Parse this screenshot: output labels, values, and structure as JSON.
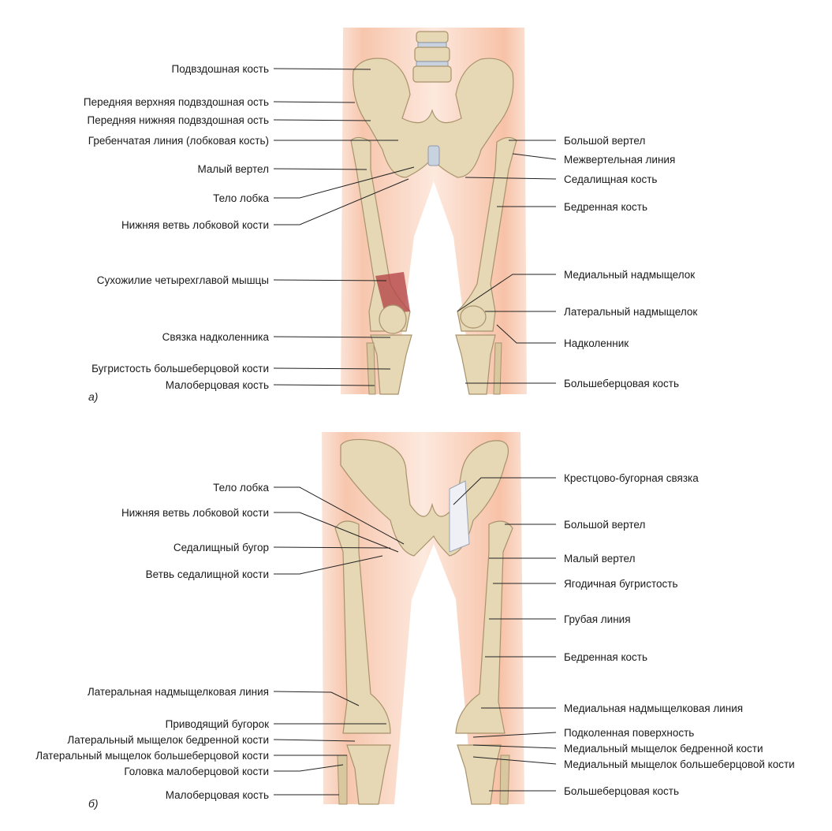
{
  "panels": [
    {
      "letter": "а)",
      "left_labels": [
        "Подвздошная кость",
        "Передняя верхняя подвздошная ость",
        "Передняя нижняя подвздошная ость",
        "Гребенчатая линия (лобковая кость)",
        "Малый вертел",
        "Тело лобка",
        "Нижняя ветвь лобковой кости",
        "Сухожилие четырехглавой мышцы",
        "Связка надколенника",
        "Бугристость большеберцовой кости",
        "Малоберцовая кость"
      ],
      "right_labels": [
        "Большой вертел",
        "Межвертельная линия",
        "Седалищная кость",
        "Бедренная кость",
        "Медиальный надмыщелок",
        "Латеральный надмыщелок",
        "Надколенник",
        "Большеберцовая кость"
      ]
    },
    {
      "letter": "б)",
      "left_labels": [
        "Тело лобка",
        "Нижняя ветвь лобковой кости",
        "Седалищный бугор",
        "Ветвь седалищной кости",
        "Латеральная надмыщелковая линия",
        "Приводящий бугорок",
        "Латеральный мыщелок бедренной кости",
        "Латеральный мыщелок большеберцовой кости",
        "Головка малоберцовой кости",
        "Малоберцовая кость"
      ],
      "right_labels": [
        "Крестцово-бугорная связка",
        "Большой вертел",
        "Малый вертел",
        "Ягодичная бугристость",
        "Грубая линия",
        "Бедренная кость",
        "Медиальная надмыщелковая линия",
        "Подколенная поверхность",
        "Медиальный мыщелок бедренной кости",
        "Медиальный мыщелок большеберцовой кости",
        "Большеберцовая кость"
      ]
    }
  ],
  "colors": {
    "skin": "#f8c9b0",
    "bone": "#e6d7b5",
    "tendon": "#b5474a"
  }
}
